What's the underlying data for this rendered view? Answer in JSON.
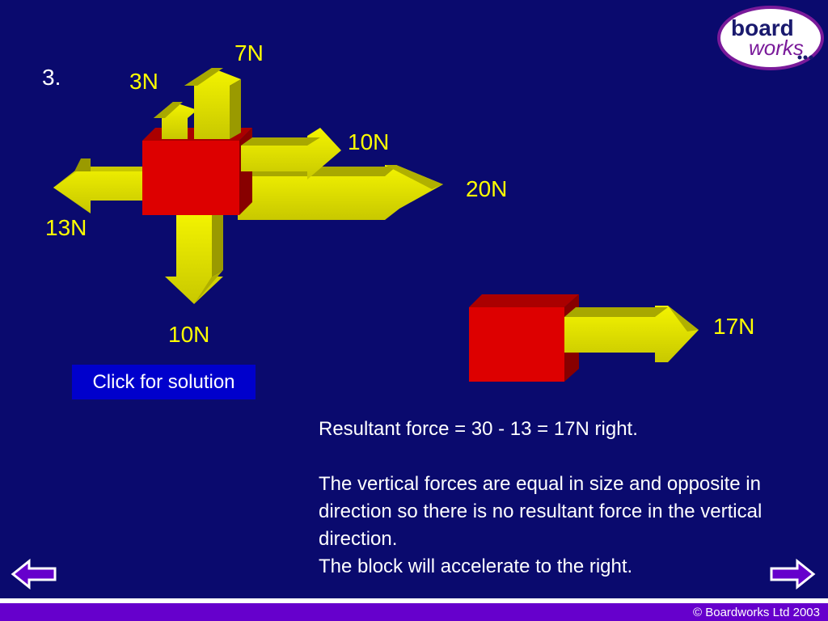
{
  "slide": {
    "question_number": "3.",
    "button_label": "Click for solution",
    "footer": "© Boardworks Ltd 2003"
  },
  "logo": {
    "line1": "board",
    "line2": "works"
  },
  "forces": {
    "up_small": "3N",
    "up_large": "7N",
    "right_small": "10N",
    "right_large": "20N",
    "left": "13N",
    "down": "10N",
    "resultant": "17N"
  },
  "solution": {
    "line1": "Resultant force = 30 - 13 = 17N right.",
    "line2": "The vertical forces are equal in size and opposite in direction so there is no resultant force in the vertical direction.",
    "line3": "The block will accelerate to the right."
  },
  "colors": {
    "background": "#0a0a6e",
    "arrow": "#e0e000",
    "block": "#dd0000",
    "label": "#ffff00",
    "footer": "#6600cc",
    "logo_ring": "#7a1a9a"
  }
}
